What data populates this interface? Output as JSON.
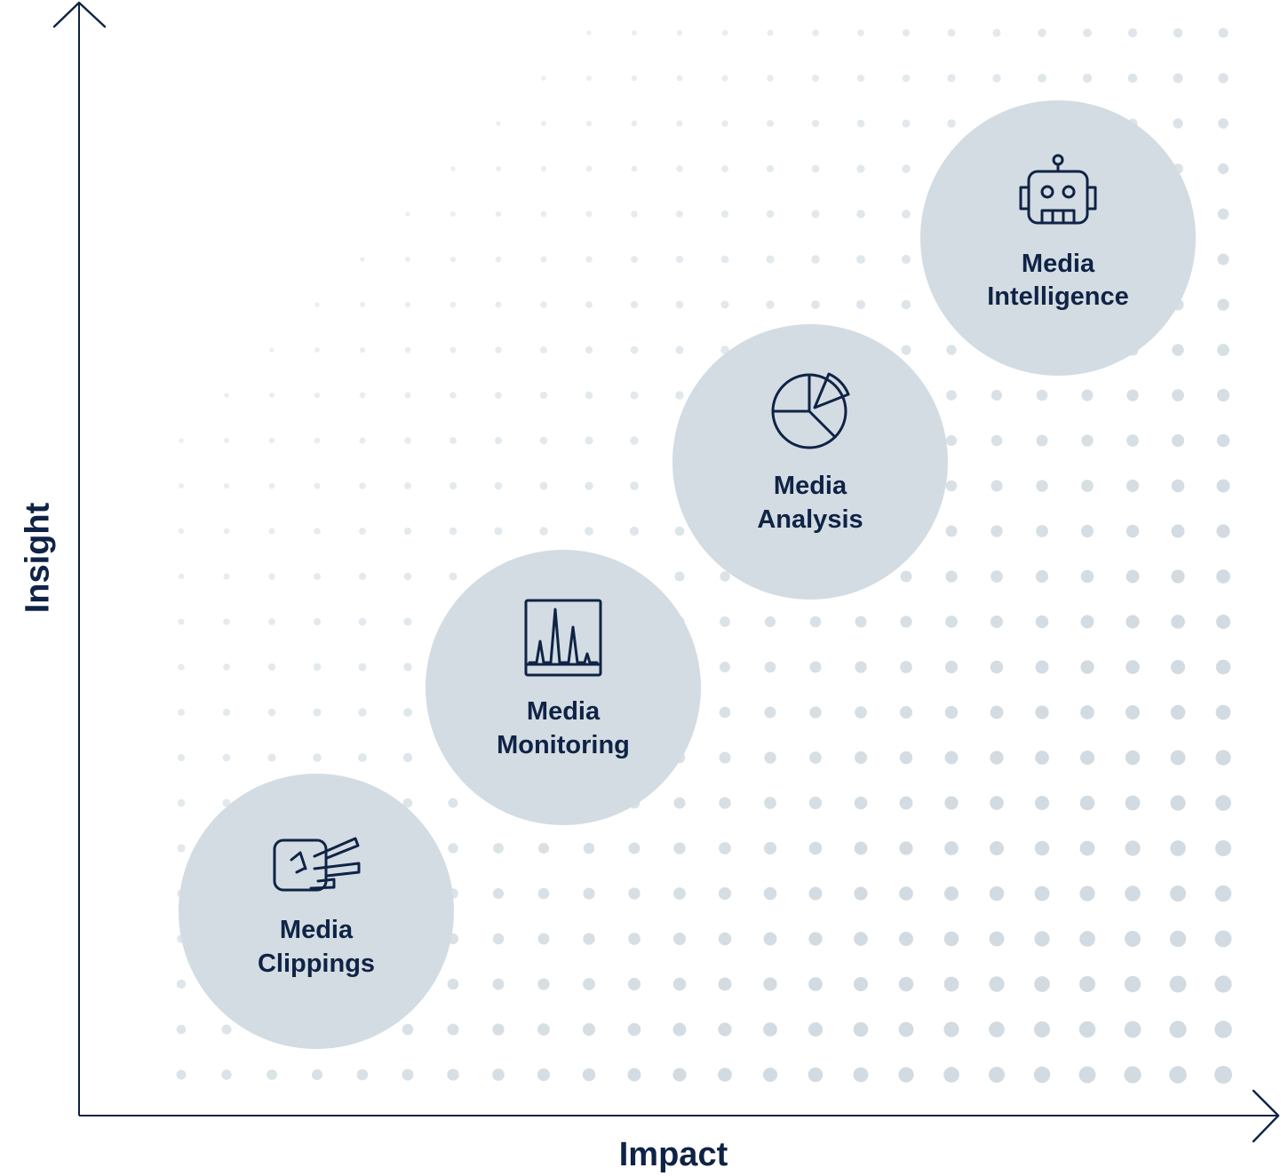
{
  "axes": {
    "x_label": "Impact",
    "y_label": "Insight"
  },
  "colors": {
    "ink": "#0f2346",
    "bubble": "#d3dce2",
    "dot": "#d2dbe1"
  },
  "stages": [
    {
      "icon": "hand-pointing-icon",
      "line1": "Media",
      "line2": "Clippings"
    },
    {
      "icon": "signal-monitor-icon",
      "line1": "Media",
      "line2": "Monitoring"
    },
    {
      "icon": "pie-chart-icon",
      "line1": "Media",
      "line2": "Analysis"
    },
    {
      "icon": "robot-icon",
      "line1": "Media",
      "line2": "Intelligence"
    }
  ]
}
